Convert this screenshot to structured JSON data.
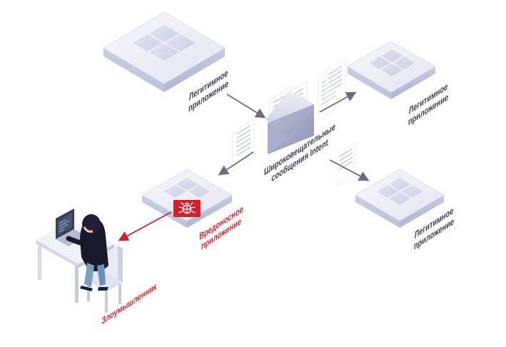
{
  "nodes": {
    "legit_top_left": {
      "line1": "Легитимное",
      "line2": "приложение"
    },
    "legit_right_top": {
      "line1": "Легитимное",
      "line2": "приложение"
    },
    "legit_bottom_right": {
      "line1": "Легитимное",
      "line2": "приложение"
    },
    "malicious": {
      "line1": "Вредоносное",
      "line2": "приложение"
    }
  },
  "center": {
    "line1": "Широковещательные",
    "line2": "сообщения Intent"
  },
  "attacker": {
    "label": "Злоумышленник"
  },
  "colors": {
    "platform_top": "#eceef6",
    "platform_side": "#c9cce0",
    "tile": "#d7dae9",
    "arrow": "#6b6e7a",
    "danger": "#d4202a",
    "text": "#3a3d4a"
  },
  "icons": {
    "malware": "bug-icon",
    "envelope": "envelope-icon",
    "documents": "document-icon",
    "laptop": "laptop-icon"
  }
}
